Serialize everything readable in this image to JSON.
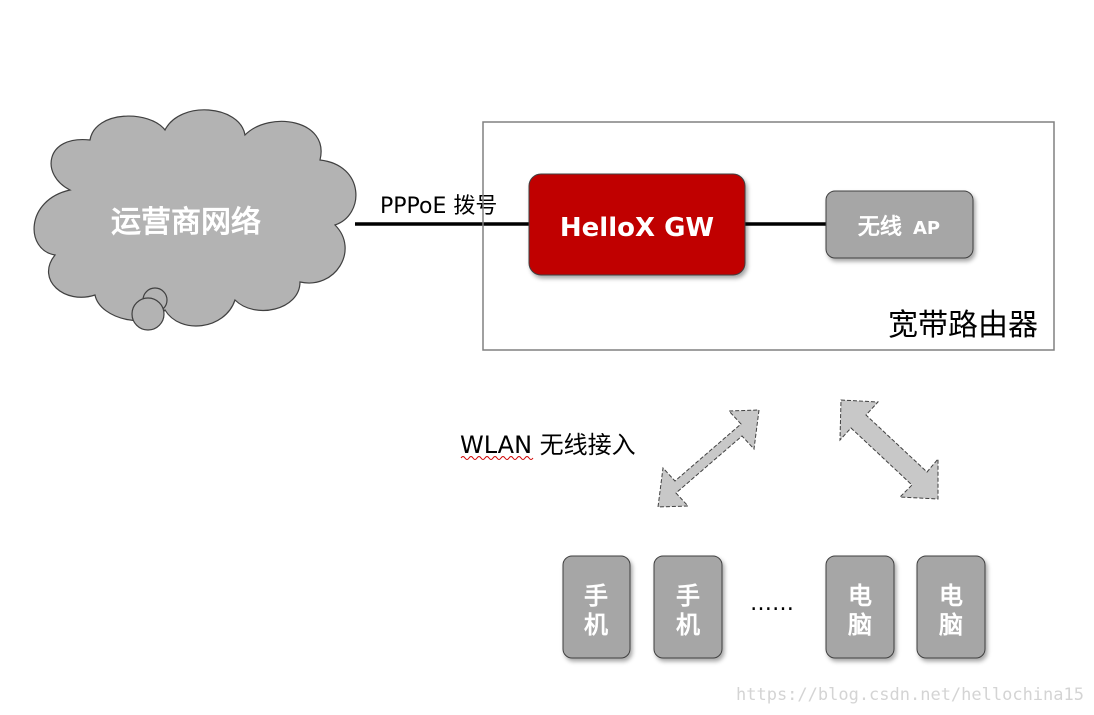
{
  "cloud": {
    "label": "运营商网络"
  },
  "link": {
    "label": "PPPoE 拨号"
  },
  "router": {
    "label": "宽带路由器",
    "gateway_label": "HelloX GW",
    "ap_label": "无线",
    "ap_suffix": "AP"
  },
  "wlan": {
    "label": "WLAN 无线接入"
  },
  "devices": [
    {
      "line1": "手",
      "line2": "机"
    },
    {
      "line1": "手",
      "line2": "机"
    },
    {
      "line1": "电",
      "line2": "脑"
    },
    {
      "line1": "电",
      "line2": "脑"
    }
  ],
  "ellipsis": "……",
  "watermark": "https://blog.csdn.net/hellochina15",
  "colors": {
    "gateway": "#c00000",
    "node_gray": "#a6a6a6",
    "cloud_gray": "#b3b3b3",
    "arrow_gray": "#c8c8c8"
  }
}
